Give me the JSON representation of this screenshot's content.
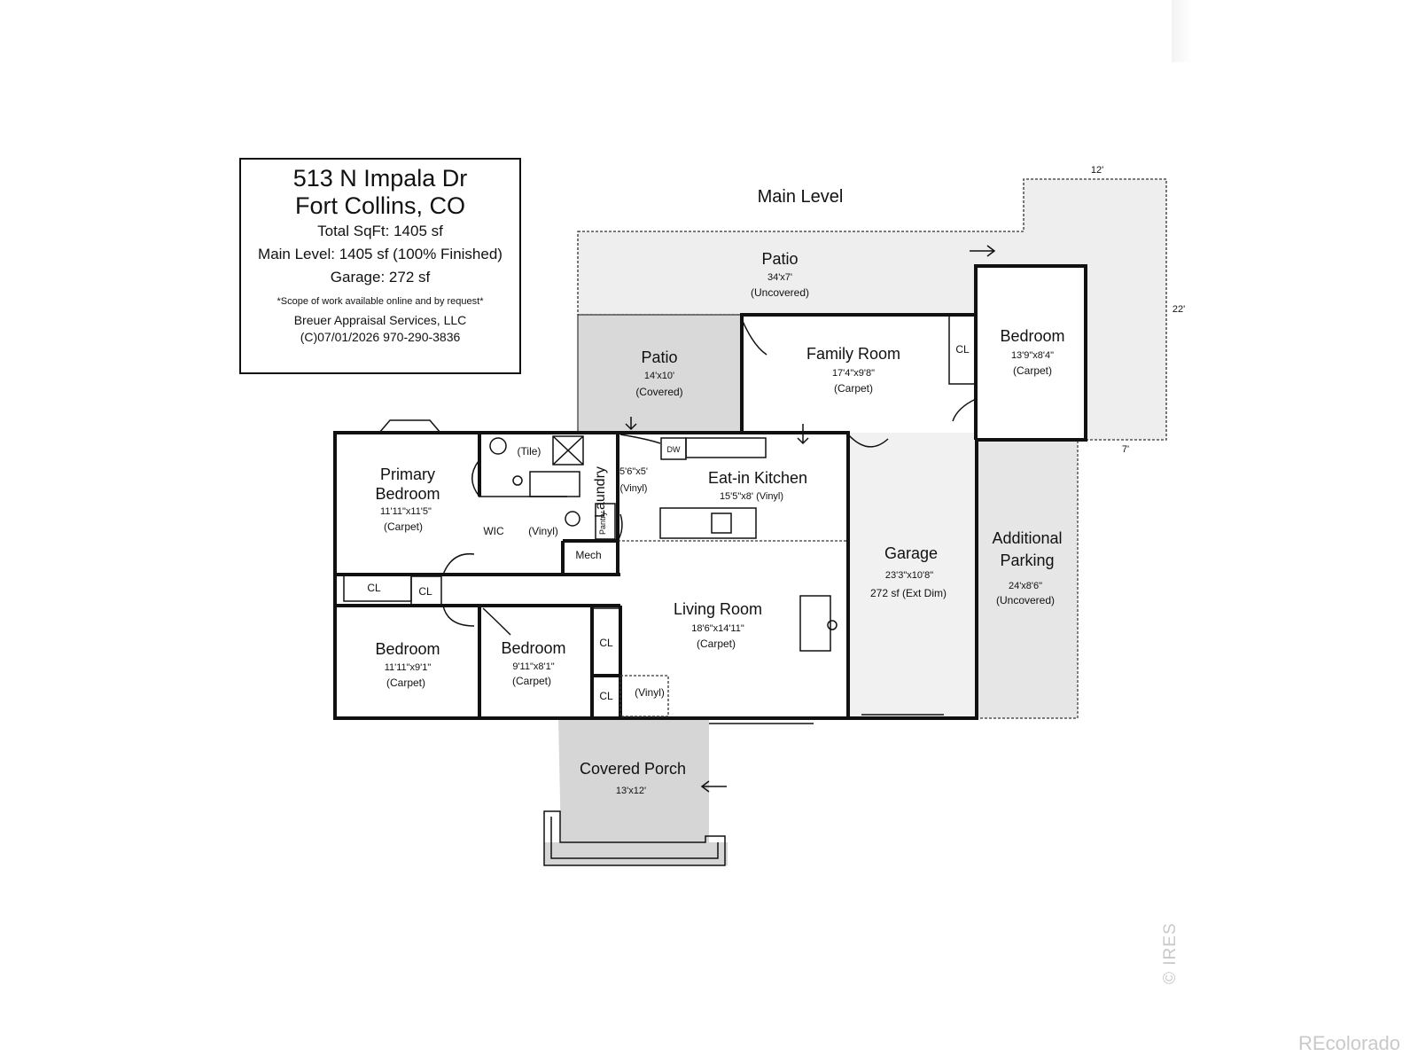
{
  "info": {
    "address1": "513 N Impala Dr",
    "address2": "Fort Collins, CO",
    "total": "Total SqFt: 1405 sf",
    "main": "Main Level: 1405 sf (100% Finished)",
    "garage": "Garage: 272 sf",
    "scope": "*Scope of work available online and by request*",
    "company": "Breuer Appraisal Services, LLC",
    "copyright": "(C)07/01/2026   970-290-3836"
  },
  "plan": {
    "level_title": "Main Level",
    "patio_uncovered": {
      "name": "Patio",
      "dims": "34'x7'",
      "note": "(Uncovered)"
    },
    "patio_covered": {
      "name": "Patio",
      "dims": "14'x10'",
      "note": "(Covered)"
    },
    "family_room": {
      "name": "Family Room",
      "dims": "17'4\"x9'8\"",
      "note": "(Carpet)"
    },
    "bedroom_ne": {
      "name": "Bedroom",
      "dims": "13'9\"x8'4\"",
      "note": "(Carpet)"
    },
    "primary_bedroom": {
      "name1": "Primary",
      "name2": "Bedroom",
      "dims": "11'11\"x11'5\"",
      "note": "(Carpet)"
    },
    "tile": "(Tile)",
    "laundry": "Laundry",
    "laundry_dims": "5'6\"x5'",
    "laundry_vinyl": "(Vinyl)",
    "dw": "DW",
    "kitchen": {
      "name": "Eat-in Kitchen",
      "dims": "15'5\"x8' (Vinyl)"
    },
    "pantry": "Pantry",
    "wic": "WIC",
    "bath_vinyl": "(Vinyl)",
    "mech": "Mech",
    "closet": "CL",
    "living_room": {
      "name": "Living Room",
      "dims": "18'6\"x14'11\"",
      "note": "(Carpet)"
    },
    "bedroom_sw": {
      "name": "Bedroom",
      "dims": "11'11\"x9'1\"",
      "note": "(Carpet)"
    },
    "bedroom_sc": {
      "name": "Bedroom",
      "dims": "9'11\"x8'1\"",
      "note": "(Carpet)"
    },
    "entry_vinyl": "(Vinyl)",
    "garage": {
      "name": "Garage",
      "dims": "23'3\"x10'8\"",
      "note": "272 sf (Ext Dim)"
    },
    "parking": {
      "name1": "Additional",
      "name2": "Parking",
      "dims": "24'x8'6\"",
      "note": "(Uncovered)"
    },
    "porch": {
      "name": "Covered Porch",
      "dims": "13'x12'"
    },
    "dim_12": "12'",
    "dim_22": "22'",
    "dim_7": "7'"
  },
  "watermarks": {
    "brand": "REcolorado",
    "ires": "© IRES"
  }
}
